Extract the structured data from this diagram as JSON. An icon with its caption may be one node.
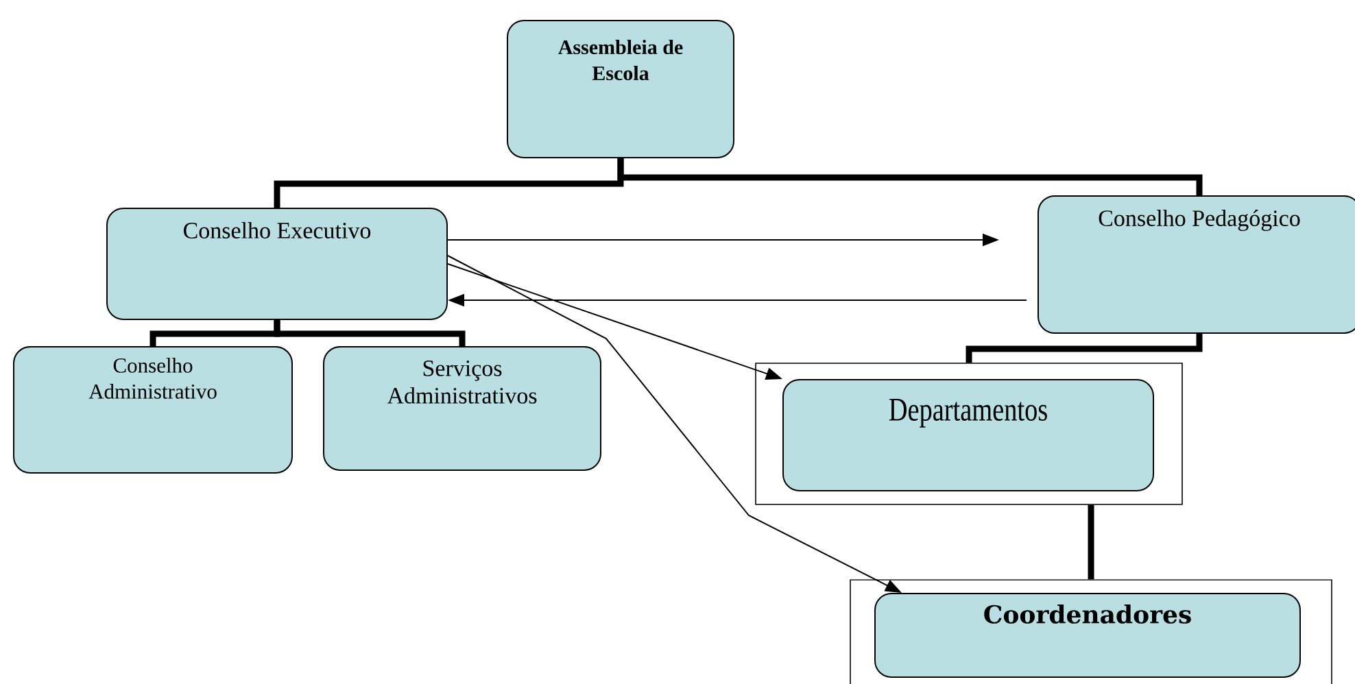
{
  "diagram": {
    "nodes": [
      {
        "text": [
          "Assembleia de Escola"
        ]
      },
      {
        "text": [
          "Conselho Executivo"
        ]
      },
      {
        "text": [
          "Conselho Pedagógico"
        ]
      },
      {
        "text": [
          "Conselho Administrativo"
        ]
      },
      {
        "text": [
          "Serviços Administrativos"
        ]
      },
      {
        "text": [],
        "shape": "box"
      },
      {
        "text": [
          "Departamentos"
        ],
        "in": 5
      },
      {
        "text": [],
        "shape": "box"
      },
      {
        "text": [
          "Coordenadores"
        ],
        "in": 7
      }
    ],
    "edges": [
      {
        "from": 0,
        "to": 1,
        "arrow": "none"
      },
      {
        "from": 0,
        "to": 2,
        "arrow": "none"
      },
      {
        "from": 1,
        "to": 3,
        "arrow": "none"
      },
      {
        "from": 1,
        "to": 4,
        "arrow": "none"
      },
      {
        "from": 2,
        "to": 5,
        "arrow": "none"
      },
      {
        "from": 5,
        "to": 7,
        "arrow": "none"
      },
      {
        "from": 1,
        "to": 2,
        "arrow": "to"
      },
      {
        "from": 2,
        "to": 1,
        "arrow": "to"
      },
      {
        "from": 1,
        "to": 6,
        "arrow": "to"
      },
      {
        "from": 1,
        "to": 8,
        "arrow": "to"
      }
    ]
  }
}
